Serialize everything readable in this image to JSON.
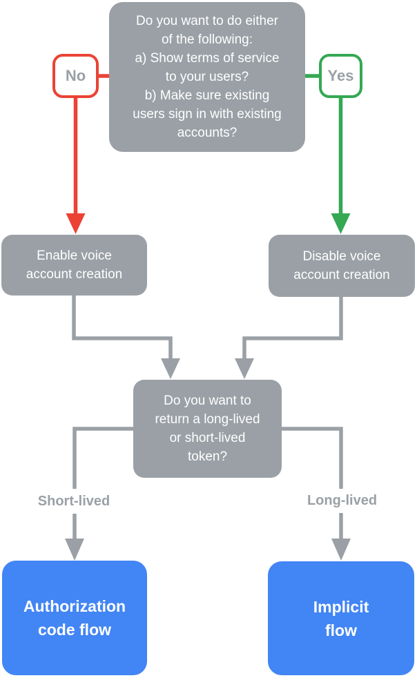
{
  "colors": {
    "bg": "#ffffff",
    "node_gray": "#9AA0A6",
    "line_gray": "#9AA0A6",
    "red": "#EA4335",
    "green": "#34A853",
    "blue": "#4285F4",
    "white": "#ffffff",
    "label_text": "#9AA0A6"
  },
  "nodes": {
    "question_top": {
      "text": "Do you want to do either\nof the following:\na) Show terms of service\nto your users?\nb) Make sure existing\nusers sign in with existing\naccounts?"
    },
    "no_badge": {
      "label": "No"
    },
    "yes_badge": {
      "label": "Yes"
    },
    "enable_voice": {
      "text": "Enable voice\naccount creation"
    },
    "disable_voice": {
      "text": "Disable voice\naccount creation"
    },
    "question_token": {
      "text": "Do you want to\nreturn a long-lived\nor short-lived\ntoken?"
    },
    "short_lived_label": {
      "label": "Short-lived"
    },
    "long_lived_label": {
      "label": "Long-lived"
    },
    "authorization_code_flow": {
      "text": "Authorization\ncode flow"
    },
    "implicit_flow": {
      "text": "Implicit\nflow"
    }
  }
}
